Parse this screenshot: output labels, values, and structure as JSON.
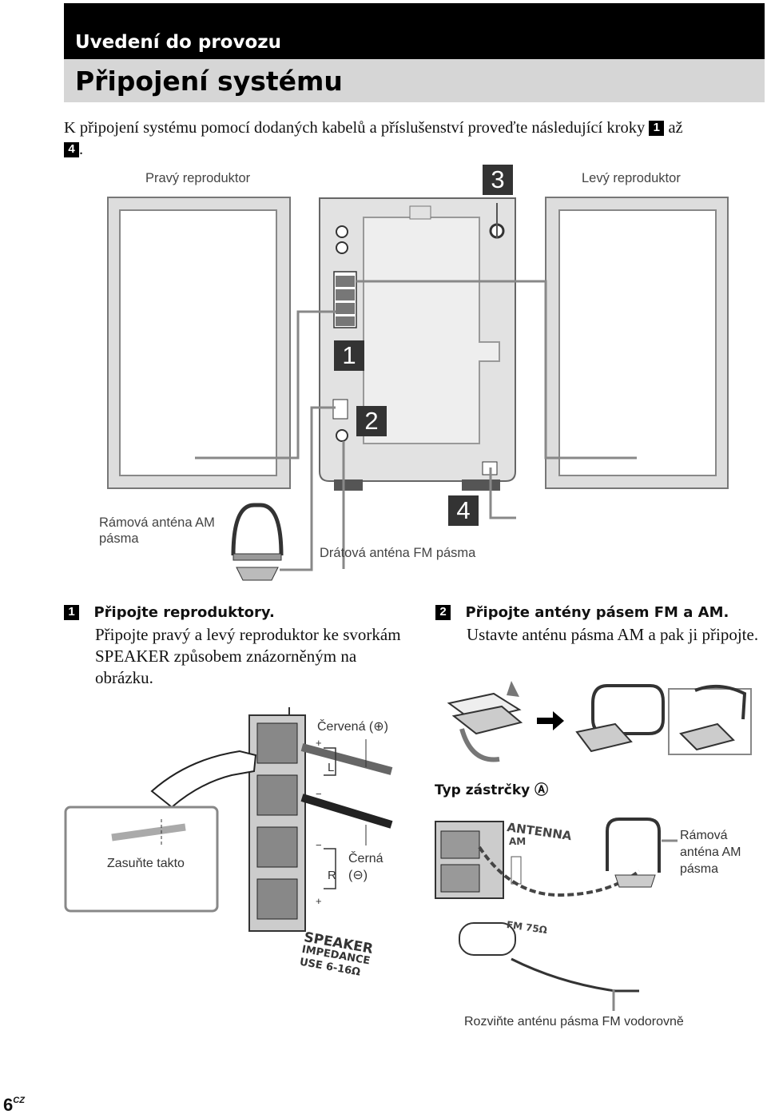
{
  "header": {
    "section": "Uvedení do provozu",
    "title": "Připojení systému"
  },
  "intro": {
    "text": "K připojení systému pomocí dodaných kabelů a příslušenství proveďte následující kroky",
    "step_from": "1",
    "connector": "až",
    "step_to": "4",
    "end": "."
  },
  "diagram": {
    "right_speaker": "Pravý reproduktor",
    "left_speaker": "Levý reproduktor",
    "am_antenna": "Rámová anténa AM pásma",
    "fm_antenna": "Drátová anténa FM pásma",
    "markers": [
      "1",
      "2",
      "3",
      "4"
    ]
  },
  "steps": [
    {
      "num": "1",
      "heading": "Připojte reproduktory.",
      "body": "Připojte pravý a levý reproduktor ke svorkám SPEAKER způsobem znázorněným na obrázku."
    },
    {
      "num": "2",
      "heading": "Připojte antény pásem FM a AM.",
      "body": "Ustavte anténu pásma AM a pak ji připojte."
    }
  ],
  "speaker_detail": {
    "red": "Červená (⊕)",
    "black": "Černá (⊖)",
    "insert": "Zasuňte takto",
    "plus": "+",
    "minus": "−",
    "L": "L",
    "R": "R",
    "panel": [
      "SPEAKER",
      "IMPEDANCE",
      "USE 6-16Ω"
    ]
  },
  "antenna_detail": {
    "plug_type": "Typ zástrčky Ⓐ",
    "am_loop": "Rámová anténa AM pásma",
    "panel_antenna": "ANTENNA",
    "panel_am": "AM",
    "panel_fm": "FM 75Ω",
    "fm_note": "Rozviňte anténu pásma FM vodorovně"
  },
  "footer": {
    "page": "6",
    "lang": "CZ"
  }
}
